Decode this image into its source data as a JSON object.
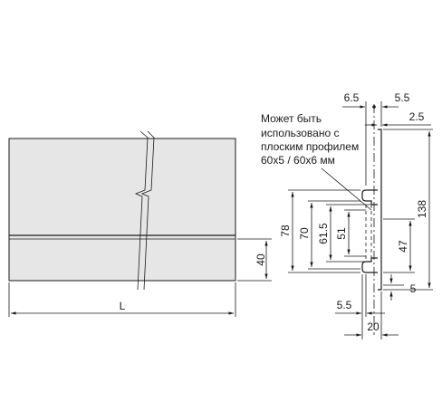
{
  "front_view": {
    "length_label": "L",
    "height_label": "40"
  },
  "note": {
    "lines": [
      "Может быть",
      "использовано с",
      "плоским профилем",
      "60x5 / 60x6 мм"
    ]
  },
  "profile_dims": {
    "top_left": "6.5",
    "top_right": "5.5",
    "thickness": "2.5",
    "total_height": "138",
    "h78": "78",
    "h70": "70",
    "h61_5": "61.5",
    "h51": "51",
    "h47": "47",
    "bottom_5": "5",
    "bottom_5_5": "5.5",
    "width_20": "20"
  }
}
